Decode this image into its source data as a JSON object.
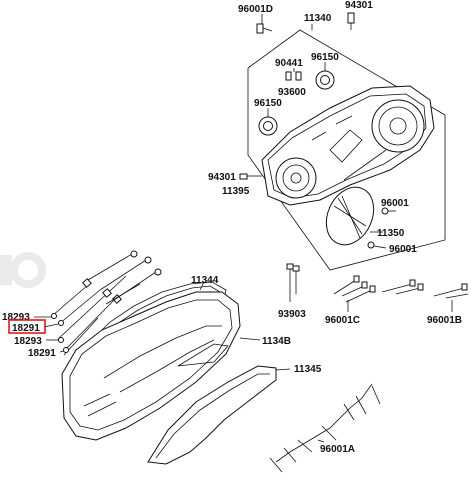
{
  "labels": {
    "p96001D": "96001D",
    "p94301_top": "94301",
    "p11340": "11340",
    "p90441": "90441",
    "p96150_a": "96150",
    "p93600": "93600",
    "p96150_b": "96150",
    "p94301_left": "94301",
    "p11395": "11395",
    "p96001_a": "96001",
    "p11350": "11350",
    "p96001_b": "96001",
    "p11344": "11344",
    "p93903": "93903",
    "p96001C": "96001C",
    "p96001B": "96001B",
    "p18293_a": "18293",
    "p18291_a": "18291",
    "p18293_b": "18293",
    "p18291_b": "18291",
    "p1134B": "1134B",
    "p11345": "11345",
    "p96001A": "96001A"
  },
  "highlight": {
    "color": "#e4161b",
    "label_key": "p18291_a"
  }
}
